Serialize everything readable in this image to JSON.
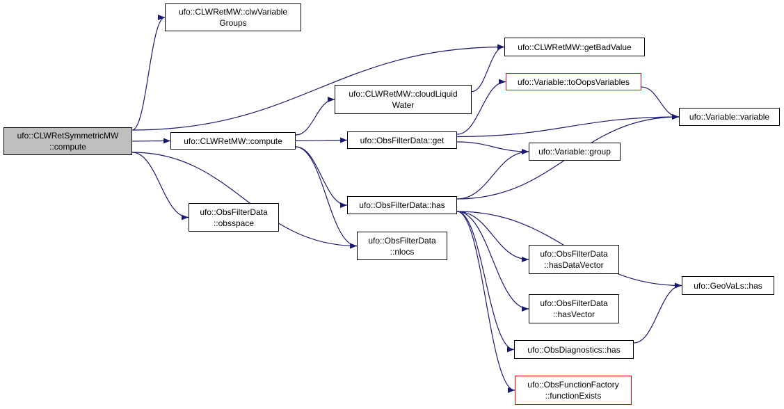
{
  "colors": {
    "edge": "#191970",
    "node_border": "#000000",
    "root_fill": "#bfbfbf",
    "truncated_border": "#ff0000"
  },
  "nodes": {
    "root": {
      "lines": [
        "ufo::CLWRetSymmetricMW",
        "::compute"
      ]
    },
    "clw_groups": {
      "lines": [
        "ufo::CLWRetMW::clwVariable",
        "Groups"
      ]
    },
    "get_bad_value": {
      "lines": [
        "ufo::CLWRetMW::getBadValue"
      ]
    },
    "cloud_liquid": {
      "lines": [
        "ufo::CLWRetMW::cloudLiquid",
        "Water"
      ]
    },
    "to_oops": {
      "lines": [
        "ufo::Variable::toOopsVariables"
      ]
    },
    "variable": {
      "lines": [
        "ufo::Variable::variable"
      ]
    },
    "compute": {
      "lines": [
        "ufo::CLWRetMW::compute"
      ]
    },
    "get": {
      "lines": [
        "ufo::ObsFilterData::get"
      ]
    },
    "group": {
      "lines": [
        "ufo::Variable::group"
      ]
    },
    "has": {
      "lines": [
        "ufo::ObsFilterData::has"
      ]
    },
    "obsspace": {
      "lines": [
        "ufo::ObsFilterData",
        "::obsspace"
      ]
    },
    "nlocs": {
      "lines": [
        "ufo::ObsFilterData",
        "::nlocs"
      ]
    },
    "has_data_vector": {
      "lines": [
        "ufo::ObsFilterData",
        "::hasDataVector"
      ]
    },
    "geovals_has": {
      "lines": [
        "ufo::GeoVaLs::has"
      ]
    },
    "has_vector": {
      "lines": [
        "ufo::ObsFilterData",
        "::hasVector"
      ]
    },
    "obsdiag_has": {
      "lines": [
        "ufo::ObsDiagnostics::has"
      ]
    },
    "function_exists": {
      "lines": [
        "ufo::ObsFunctionFactory",
        "::functionExists"
      ]
    }
  },
  "edges": [
    [
      "root",
      "clw_groups"
    ],
    [
      "root",
      "get_bad_value"
    ],
    [
      "root",
      "compute"
    ],
    [
      "root",
      "obsspace"
    ],
    [
      "root",
      "nlocs"
    ],
    [
      "compute",
      "cloud_liquid"
    ],
    [
      "compute",
      "get"
    ],
    [
      "compute",
      "has"
    ],
    [
      "compute",
      "nlocs"
    ],
    [
      "cloud_liquid",
      "get_bad_value"
    ],
    [
      "get",
      "to_oops"
    ],
    [
      "get",
      "variable"
    ],
    [
      "get",
      "group"
    ],
    [
      "to_oops",
      "variable"
    ],
    [
      "has",
      "group"
    ],
    [
      "has",
      "variable"
    ],
    [
      "has",
      "has_data_vector"
    ],
    [
      "has",
      "geovals_has"
    ],
    [
      "has",
      "has_vector"
    ],
    [
      "has",
      "obsdiag_has"
    ],
    [
      "has",
      "function_exists"
    ],
    [
      "obsdiag_has",
      "geovals_has"
    ]
  ]
}
